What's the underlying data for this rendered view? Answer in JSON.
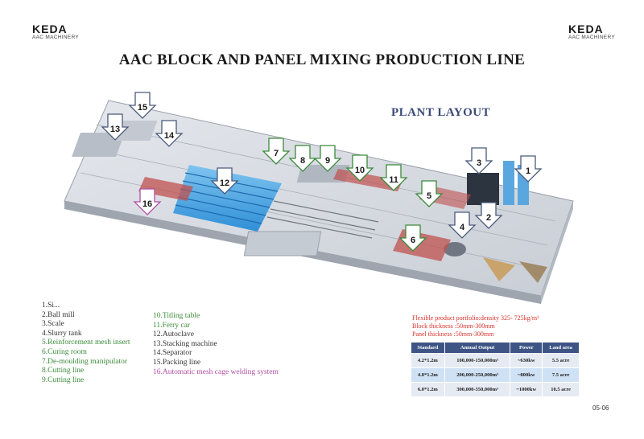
{
  "logo": {
    "brand": "KEDA",
    "subtitle": "AAC MACHINERY"
  },
  "title": "AAC BLOCK AND PANEL MIXING PRODUCTION LINE",
  "plan_title": "PLANT LAYOUT",
  "markers": [
    "1",
    "2",
    "3",
    "4",
    "5",
    "6",
    "7",
    "8",
    "9",
    "10",
    "11",
    "12",
    "13",
    "14",
    "15",
    "16"
  ],
  "legend_left": [
    {
      "text": "1.Si...",
      "color": "#333333"
    },
    {
      "text": "2.Ball mill",
      "color": "#333333"
    },
    {
      "text": "3.Scale",
      "color": "#333333"
    },
    {
      "text": "4.Slurry tank",
      "color": "#333333"
    },
    {
      "text": "5.Reinforcement mesh insert",
      "color": "#3a8a3a"
    },
    {
      "text": "6.Curing room",
      "color": "#3a8a3a"
    },
    {
      "text": "7.De-moulding manipulator",
      "color": "#3a8a3a"
    },
    {
      "text": "8.Cutting line",
      "color": "#3a8a3a"
    },
    {
      "text": "9.Cutting line",
      "color": "#3a8a3a"
    }
  ],
  "legend_right": [
    {
      "text": "10.Titling table",
      "color": "#3a8a3a"
    },
    {
      "text": "11.Ferry car",
      "color": "#3a8a3a"
    },
    {
      "text": "12.Autoclave",
      "color": "#333333"
    },
    {
      "text": "13.Stacking machine",
      "color": "#333333"
    },
    {
      "text": "14.Separator",
      "color": "#333333"
    },
    {
      "text": "15.Packing line",
      "color": "#333333"
    },
    {
      "text": "16.Automatic mesh cage welding system",
      "color": "#b04ea5"
    }
  ],
  "spec": {
    "line1": "Flexible product portfolio:density 325- 725kg/m³",
    "line2": "Block thickness :50mm-300mm",
    "line3": "Panel thickness :50mm-300mm"
  },
  "table": {
    "headers": [
      "Standard",
      "Annual Output",
      "Power",
      "Land area"
    ],
    "rows": [
      [
        "4.2*1.2m",
        "100,000-150,000m³",
        "~630kw",
        "5.5 acre"
      ],
      [
        "4.8*1.2m",
        "200,000-250,000m³",
        "~800kw",
        "7.5 acre"
      ],
      [
        "6.0*1.2m",
        "300,000-350,000m³",
        "~1000kw",
        "10.5 acre"
      ]
    ]
  },
  "page_number": "05-06"
}
